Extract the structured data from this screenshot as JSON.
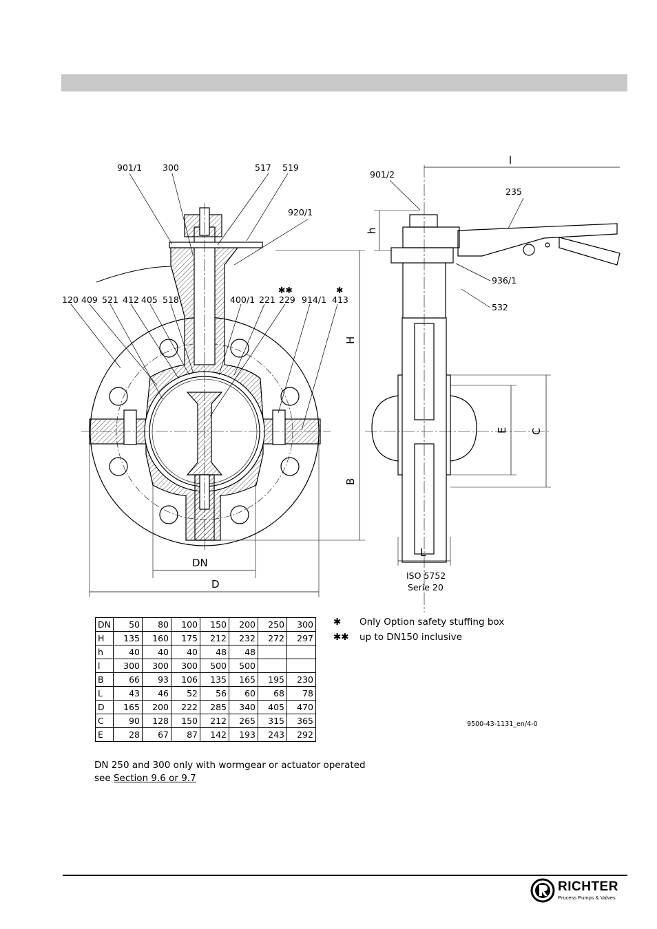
{
  "labels": {
    "l901_1": "901/1",
    "l300": "300",
    "l517": "517",
    "l519": "519",
    "l920_1": "920/1",
    "l120": "120",
    "l409": "409",
    "l521": "521",
    "l412": "412",
    "l405": "405",
    "l518": "518",
    "l400_1": "400/1",
    "l221": "221",
    "l229": "229",
    "l914_1": "914/1",
    "l413": "413",
    "star2": "✱✱",
    "star1": "✱",
    "l901_2": "901/2",
    "l235": "235",
    "l936_1": "936/1",
    "l532": "532",
    "dimI": "l",
    "dimh": "h",
    "dimH": "H",
    "dimB": "B",
    "dimE": "E",
    "dimC": "C",
    "dimDN": "DN",
    "dimD": "D",
    "dimL": "L",
    "iso1": "ISO 5752",
    "iso2": "Serie 20"
  },
  "table": {
    "rows": [
      {
        "k": "DN",
        "v": [
          "50",
          "80",
          "100",
          "150",
          "200",
          "250",
          "300"
        ]
      },
      {
        "k": "H",
        "v": [
          "135",
          "160",
          "175",
          "212",
          "232",
          "272",
          "297"
        ]
      },
      {
        "k": "h",
        "v": [
          "40",
          "40",
          "40",
          "48",
          "48",
          "",
          ""
        ]
      },
      {
        "k": "l",
        "v": [
          "300",
          "300",
          "300",
          "500",
          "500",
          "",
          ""
        ]
      },
      {
        "k": "B",
        "v": [
          "66",
          "93",
          "106",
          "135",
          "165",
          "195",
          "230"
        ]
      },
      {
        "k": "L",
        "v": [
          "43",
          "46",
          "52",
          "56",
          "60",
          "68",
          "78"
        ]
      },
      {
        "k": "D",
        "v": [
          "165",
          "200",
          "222",
          "285",
          "340",
          "405",
          "470"
        ]
      },
      {
        "k": "C",
        "v": [
          "90",
          "128",
          "150",
          "212",
          "265",
          "315",
          "365"
        ]
      },
      {
        "k": "E",
        "v": [
          "28",
          "67",
          "87",
          "142",
          "193",
          "243",
          "292"
        ]
      }
    ]
  },
  "notes": {
    "n1_mark": "✱",
    "n1_text": "Only Option safety stuffing box",
    "n2_mark": "✱✱",
    "n2_text": "up to DN150 inclusive"
  },
  "drawing_number": "9500-43-1131_en/4-0",
  "remark": {
    "line1": "DN 250 and 300 only with wormgear or actuator operated",
    "line2_prefix": "see ",
    "line2_link": "Section 9.6 or 9.7"
  },
  "logo": {
    "brand": "RICHTER",
    "tagline": "Process Pumps & Valves"
  }
}
